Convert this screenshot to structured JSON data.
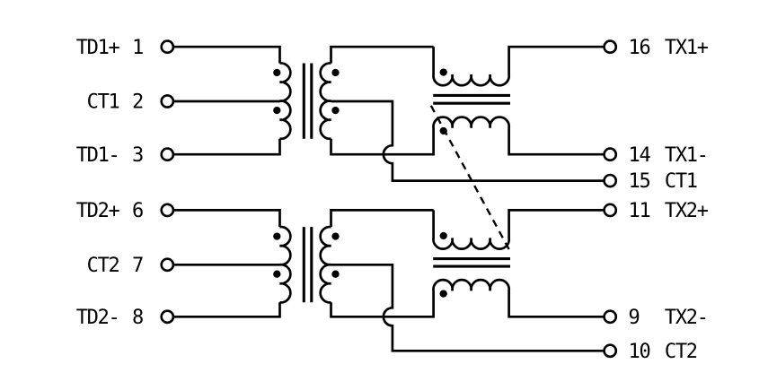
{
  "diagram": {
    "type": "schematic",
    "description": "Dual transformer with common-mode chokes pin connection diagram",
    "background_color": "#ffffff",
    "ink_color": "#000000"
  },
  "left_pins": [
    {
      "label": "TD1+",
      "number": "1"
    },
    {
      "label": "CT1",
      "number": "2"
    },
    {
      "label": "TD1-",
      "number": "3"
    },
    {
      "label": "TD2+",
      "number": "6"
    },
    {
      "label": "CT2",
      "number": "7"
    },
    {
      "label": "TD2-",
      "number": "8"
    }
  ],
  "right_pins": [
    {
      "number": "16",
      "label": "TX1+"
    },
    {
      "number": "14",
      "label": "TX1-"
    },
    {
      "number": "15",
      "label": "CT1"
    },
    {
      "number": "11",
      "label": "TX2+"
    },
    {
      "number": "9",
      "label": "TX2-"
    },
    {
      "number": "10",
      "label": "CT2"
    }
  ]
}
